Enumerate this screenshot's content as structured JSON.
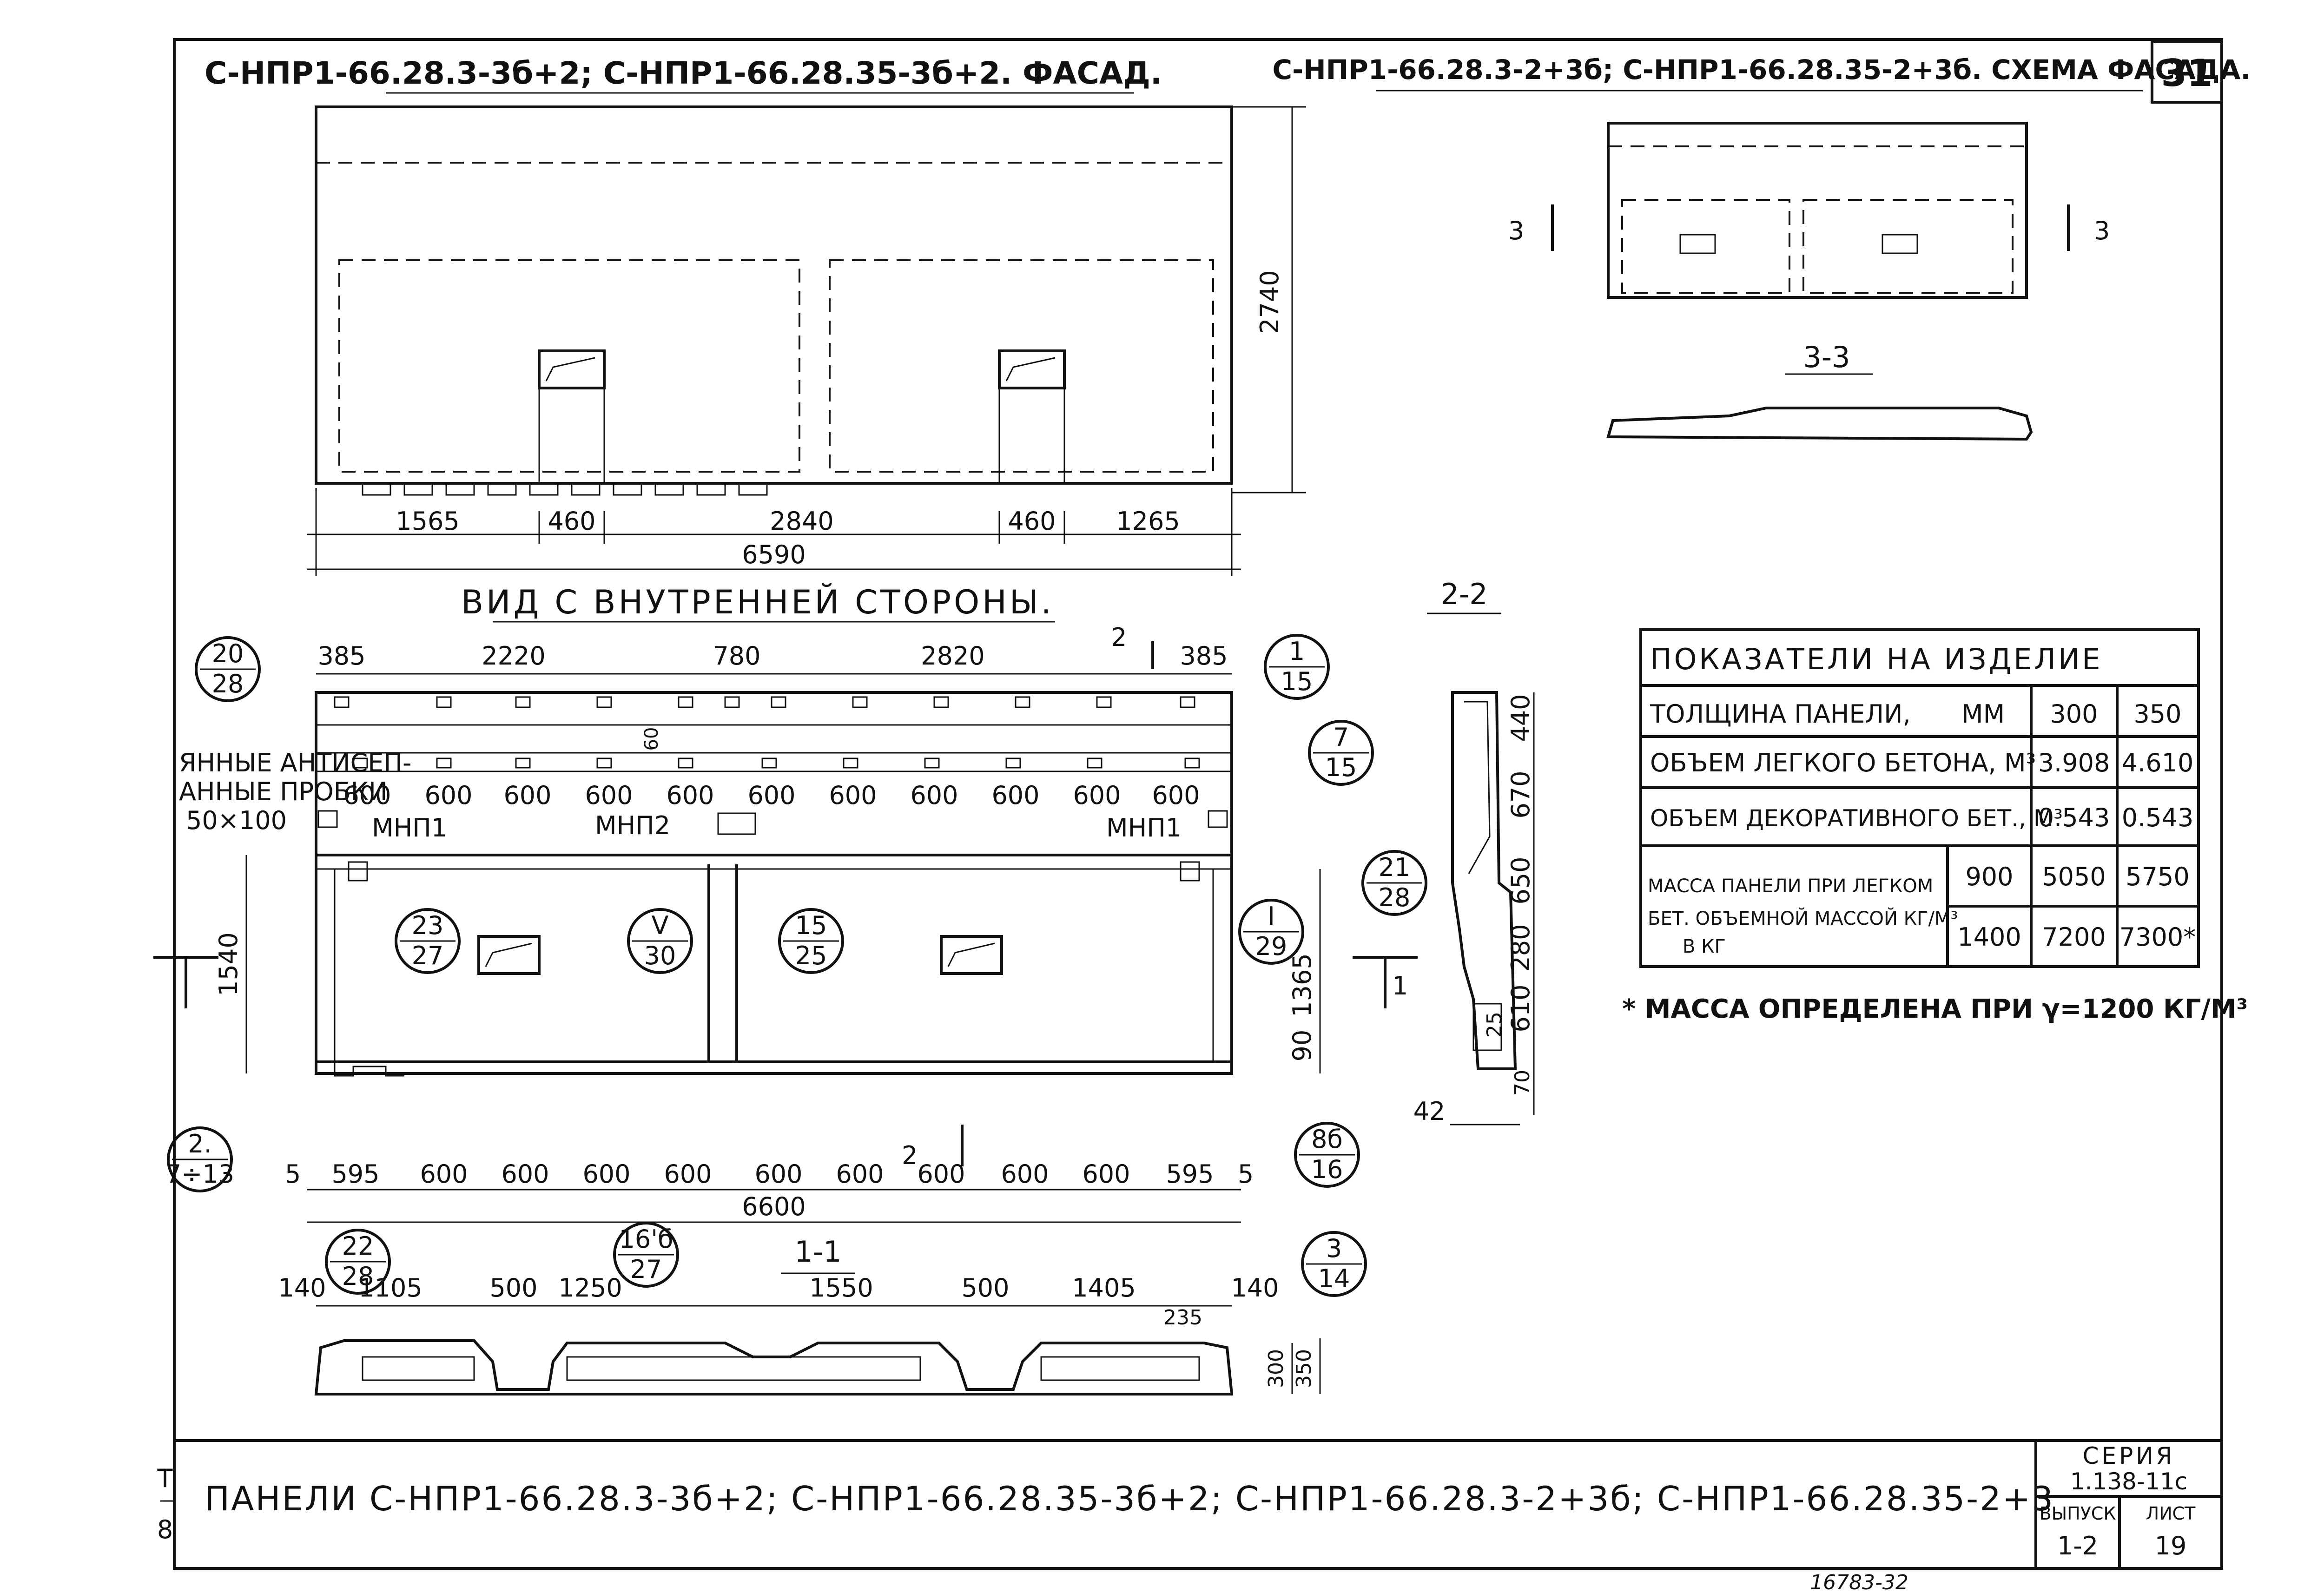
{
  "sheet": {
    "sheet_no": "31",
    "stamp_left_top": "Т",
    "stamp_left_bottom": "8",
    "bottom_note": "16783-32"
  },
  "facade": {
    "title": "С-НПР1-66.28.3-3б+2; С-НПР1-66.28.35-3б+2. ФАСАД.",
    "dims_bottom": [
      "1565",
      "460",
      "2840",
      "460",
      "1265"
    ],
    "total_width": "6590",
    "height": "2740"
  },
  "scheme": {
    "title": "С-НПР1-66.28.3-2+3б; С-НПР1-66.28.35-2+3б. СХЕМА ФАСАДА.",
    "cut_label": "3",
    "section_title": "3-3"
  },
  "inner_view": {
    "title": "ВИД С ВНУТРЕННЕЙ СТОРОНЫ.",
    "dims_top": [
      "385",
      "2220",
      "780",
      "2820",
      "385"
    ],
    "cut_top": "2",
    "spacings": [
      "600",
      "600",
      "600",
      "600",
      "600",
      "600",
      "600",
      "600",
      "600",
      "600",
      "600"
    ],
    "dim_60": "60",
    "note_line1": "ЯННЫЕ АНТИСЕП-",
    "note_line2": "АННЫЕ ПРОБКИ",
    "note_line3": "50×100",
    "labels": [
      "МНП1",
      "МНП2",
      "МНП1"
    ],
    "left_dim": "1540",
    "right_dims": [
      "1365",
      "90"
    ],
    "cut_side": "1",
    "dims_bottom": [
      "5",
      "595",
      "600",
      "600",
      "600",
      "600",
      "600",
      "600",
      "600",
      "600",
      "595",
      "5"
    ],
    "cut_bottom_label": "2",
    "cut_bottom_dim": "600",
    "total": "6600",
    "callouts": [
      {
        "top": "20",
        "bottom": "28"
      },
      {
        "top": "1",
        "bottom": "15"
      },
      {
        "top": "7",
        "bottom": "15"
      },
      {
        "top": "23",
        "bottom": "27"
      },
      {
        "top": "V",
        "bottom": "30"
      },
      {
        "top": "15",
        "bottom": "25"
      },
      {
        "top": "I",
        "bottom": "29"
      },
      {
        "top": "2.",
        "bottom": "7÷13"
      },
      {
        "top": "8б",
        "bottom": "16"
      },
      {
        "top": "16'б",
        "bottom": "27"
      },
      {
        "top": "22",
        "bottom": "28"
      },
      {
        "top": "3",
        "bottom": "14"
      },
      {
        "top": "21",
        "bottom": "28"
      }
    ]
  },
  "section_11": {
    "title": "1-1",
    "dims": [
      "140",
      "1105",
      "500",
      "1250",
      "1550",
      "500",
      "1405",
      "140"
    ],
    "small_dim": "235",
    "heights": [
      "300",
      "350"
    ]
  },
  "section_22": {
    "title": "2-2",
    "dims": [
      "440",
      "670",
      "650",
      "280",
      "610",
      "25",
      "70"
    ],
    "bottom_dim": "42"
  },
  "table": {
    "title": "ПОКАЗАТЕЛИ НА ИЗДЕЛИЕ",
    "rows": [
      {
        "label": "ТОЛЩИНА ПАНЕЛИ,",
        "unit": "ММ",
        "v1": "300",
        "v2": "350"
      },
      {
        "label": "ОБЪЕМ ЛЕГКОГО БЕТОНА, М³",
        "v1": "3.908",
        "v2": "4.610"
      },
      {
        "label": "ОБЪЕМ ДЕКОРАТИВНОГО БЕТ., М³",
        "v1": "0.543",
        "v2": "0.543"
      }
    ],
    "mass_label_1": "МАССА ПАНЕЛИ ПРИ ЛЕГКОМ",
    "mass_label_2": "БЕТ. ОБЪЕМНОЙ МАССОЙ КГ/М³",
    "mass_label_3": "В КГ",
    "mass_rows": [
      {
        "density": "900",
        "v1": "5050",
        "v2": "5750"
      },
      {
        "density": "1400",
        "v1": "7200",
        "v2": "7300*"
      }
    ],
    "footnote": "* МАССА ОПРЕДЕЛЕНА ПРИ γ=1200 КГ/М³"
  },
  "title_block": {
    "title": "ПАНЕЛИ С-НПР1-66.28.3-3б+2; С-НПР1-66.28.35-3б+2; С-НПР1-66.28.3-2+3б; С-НПР1-66.28.35-2+3",
    "series_label": "СЕРИЯ",
    "series": "1.138-11с",
    "issue_label": "ВЫПУСК",
    "issue": "1-2",
    "sheet_label": "ЛИСТ",
    "sheet": "19"
  }
}
